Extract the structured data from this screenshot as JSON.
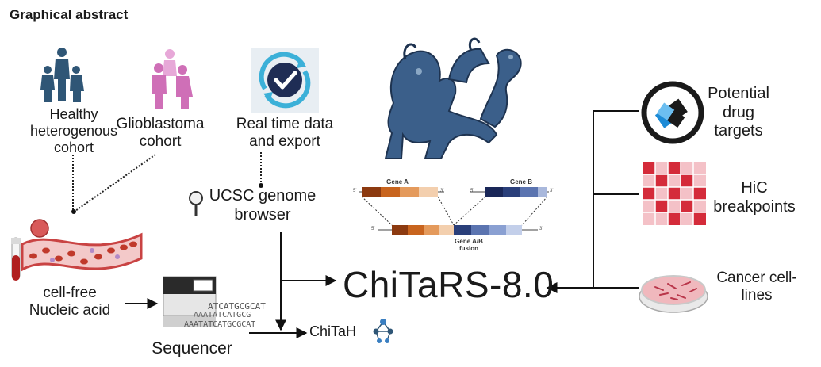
{
  "heading": "Graphical abstract",
  "main_title": "ChiTaRS-8.0",
  "inputs": {
    "healthy": [
      "Healthy",
      "heterogenous",
      "cohort"
    ],
    "glioblastoma": [
      "Glioblastoma",
      "cohort"
    ],
    "realtime": [
      "Real time data",
      "and export"
    ],
    "ucsc": [
      "UCSC genome",
      "browser"
    ],
    "cfna": [
      "cell-free",
      "Nucleic acid"
    ],
    "sequencer": "Sequencer",
    "chitah": "ChiTaH"
  },
  "outputs": {
    "drug": [
      "Potential",
      "drug",
      "targets"
    ],
    "hic": [
      "HiC",
      "breakpoints"
    ],
    "cancer": [
      "Cancer cell-",
      "lines"
    ]
  },
  "fusion": {
    "gene_a": "Gene A",
    "gene_b": "Gene B",
    "fusion": [
      "Gene A/B",
      "fusion"
    ],
    "five": "5'",
    "three": "3'"
  },
  "dna_text": [
    "ATCATGCGCAT",
    "AAATATCATGCG",
    "AAATATCATGCGCAT"
  ],
  "colors": {
    "person_blue": "#2f5676",
    "person_pink": "#cf6fb7",
    "person_pink_light": "#e7a8d8",
    "dragon": "#3b5f8a",
    "vessel": "#c94343",
    "blood_cell": "#c0392b",
    "gene_a": "#c8641e",
    "gene_b": "#2a3f7a",
    "hic_red": "#d42b3a",
    "hic_pink": "#f4c1c7",
    "drug_blue": "#1d8bd6",
    "dish_pink": "#f0b8bd"
  },
  "icons": [
    "family-icon",
    "pink-family-icon",
    "realtime-check-icon",
    "magnifier-icon",
    "blood-vessel-icon",
    "test-tube-icon",
    "sequencer-machine-icon",
    "ai-network-icon",
    "chimera-dragon-icon",
    "drug-target-icon",
    "hic-matrix-icon",
    "petri-dish-icon"
  ]
}
